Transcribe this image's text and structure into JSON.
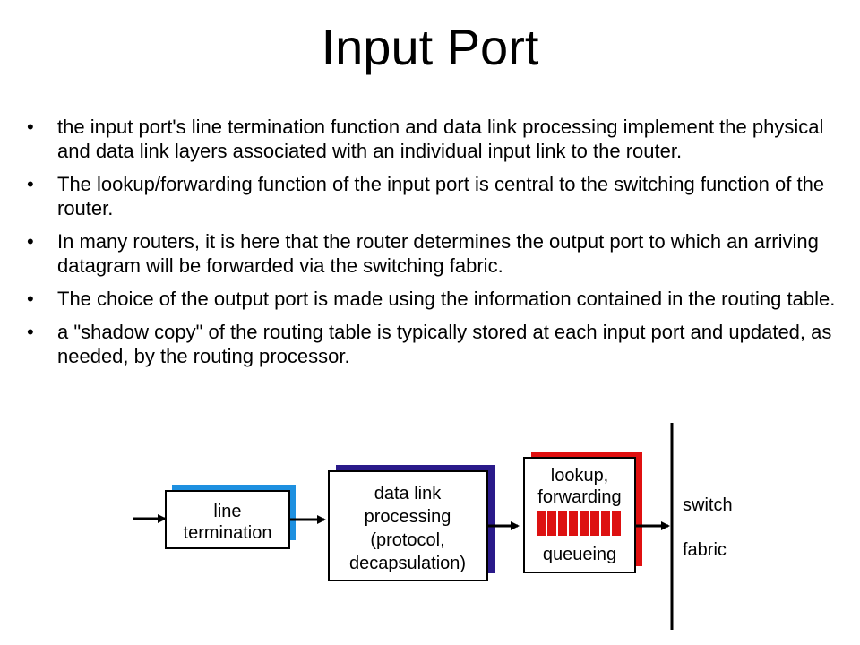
{
  "title": "Input Port",
  "bullets": [
    "the input port's line termination function and data link processing implement the physical and data link layers associated with an individual input link to the router.",
    "The lookup/forwarding function of the input port is central to the switching function of the router.",
    "In many routers, it is here that the router determines the output port to which an arriving datagram will be forwarded via the switching fabric.",
    "The choice of the output port is made using the information contained in the routing table.",
    "a \"shadow copy\" of the routing table is typically stored at each input port and updated, as needed, by the routing processor."
  ],
  "bullet_symbol": "•",
  "diagram": {
    "line_termination": [
      "line",
      "termination"
    ],
    "data_link": [
      "data link",
      "processing",
      "(protocol,",
      "decapsulation)"
    ],
    "lookup": [
      "lookup,",
      "forwarding"
    ],
    "queueing": "queueing",
    "switch": "switch",
    "fabric": "fabric",
    "colors": {
      "line_termination_shadow": "#1e90e0",
      "data_link_shadow": "#2a1a8a",
      "lookup_shadow": "#e01010",
      "queue_fill": "#dd1111"
    }
  }
}
